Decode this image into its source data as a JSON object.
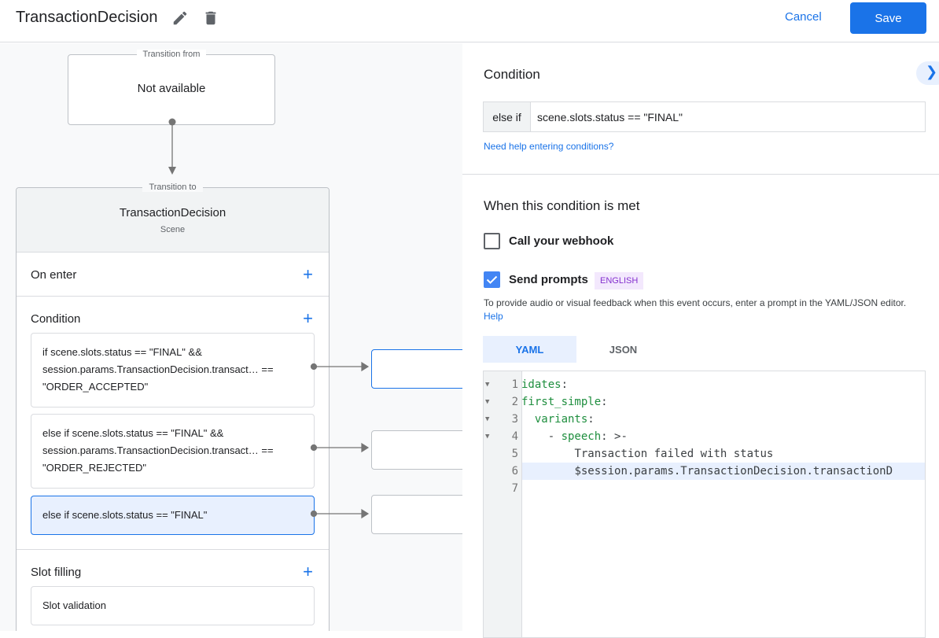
{
  "header": {
    "title": "TransactionDecision",
    "cancel": "Cancel",
    "save": "Save",
    "edit_icon": "pencil-icon",
    "delete_icon": "trash-icon"
  },
  "canvas": {
    "transition_from": {
      "legend": "Transition from",
      "value": "Not available"
    },
    "scene": {
      "legend": "Transition to",
      "name": "TransactionDecision",
      "type": "Scene",
      "on_enter": "On enter",
      "condition": "Condition",
      "slot_filling": "Slot filling",
      "slot_validation": "Slot validation",
      "conditions": [
        {
          "text": "if scene.slots.status == \"FINAL\" && session.params.TransactionDecision.transact… == \"ORDER_ACCEPTED\"",
          "selected": false
        },
        {
          "text": "else if scene.slots.status == \"FINAL\" && session.params.TransactionDecision.transact… == \"ORDER_REJECTED\"",
          "selected": false
        },
        {
          "text": "else if scene.slots.status == \"FINAL\"",
          "selected": true
        }
      ]
    }
  },
  "panel": {
    "condition_title": "Condition",
    "prefix": "else if",
    "condition_value": "scene.slots.status == \"FINAL\"",
    "help_link": "Need help entering conditions?",
    "met_title": "When this condition is met",
    "webhook": {
      "label": "Call your webhook",
      "checked": false
    },
    "prompts": {
      "label": "Send prompts",
      "checked": true,
      "badge": "ENGLISH"
    },
    "description": "To provide audio or visual feedback when this event occurs, enter a prompt in the YAML/JSON editor.",
    "description_link": "Help",
    "tabs": [
      {
        "label": "YAML",
        "active": true
      },
      {
        "label": "JSON",
        "active": false
      }
    ],
    "code_lines": [
      {
        "n": "1",
        "fold": true,
        "indent": "",
        "key": "idates",
        "rest": ":"
      },
      {
        "n": "2",
        "fold": true,
        "indent": "",
        "key": "first_simple",
        "rest": ":"
      },
      {
        "n": "3",
        "fold": true,
        "indent": "  ",
        "key": "variants",
        "rest": ":"
      },
      {
        "n": "4",
        "fold": true,
        "indent": "    - ",
        "key": "speech",
        "rest": ": >-"
      },
      {
        "n": "5",
        "fold": false,
        "indent": "        ",
        "key": "",
        "rest": "Transaction failed with status"
      },
      {
        "n": "6",
        "fold": false,
        "indent": "        ",
        "key": "",
        "rest": "$session.params.TransactionDecision.transactionD",
        "active": true
      },
      {
        "n": "7",
        "fold": false,
        "indent": "",
        "key": "",
        "rest": ""
      }
    ]
  },
  "colors": {
    "accent": "#1a73e8",
    "selected_bg": "#e8f0fe",
    "badge_bg": "#f3e8fd",
    "badge_text": "#8430ce",
    "code_key": "#1e8e3e"
  }
}
